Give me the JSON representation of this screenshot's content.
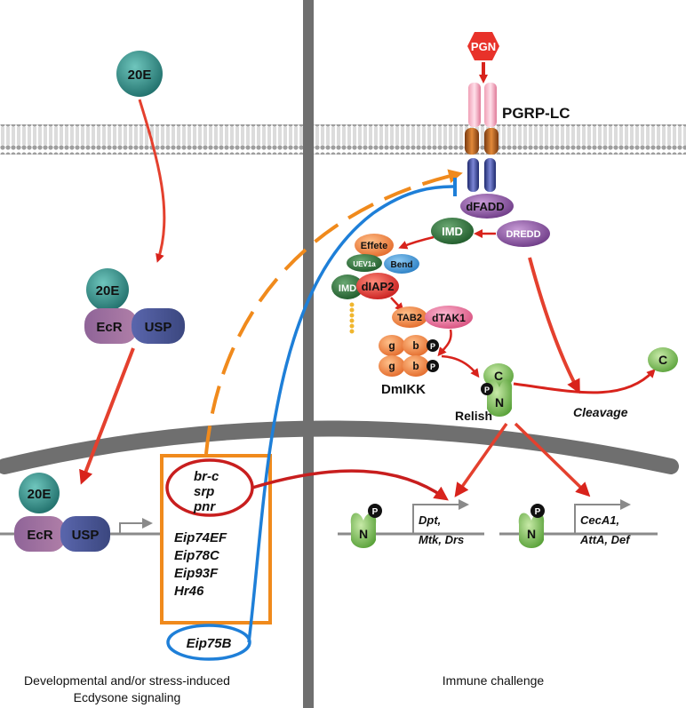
{
  "left_panel": {
    "hormone_top": "20E",
    "hormone_mid": "20E",
    "receptor_a_mid": "EcR",
    "receptor_b_mid": "USP",
    "hormone_bottom": "20E",
    "receptor_a_bottom": "EcR",
    "receptor_b_bottom": "USP",
    "target_genes_group1": [
      "br-c",
      "srp",
      "pnr"
    ],
    "target_genes_group2": [
      "Eip74EF",
      "Eip78C",
      "Eip93F",
      "Hr46"
    ],
    "target_gene_outside": "Eip75B",
    "caption_line1": "Developmental and/or stress-induced",
    "caption_line2": "Ecdysone signaling"
  },
  "right_panel": {
    "ligand": "PGN",
    "receptor": "PGRP-LC",
    "adaptor": "dFADD",
    "imd_1": "IMD",
    "caspase": "DREDD",
    "e2_effete": "Effete",
    "e2_uev1a": "UEV1a",
    "e2_bend": "Bend",
    "imd_2": "IMD",
    "diap2": "dIAP2",
    "tab2": "TAB2",
    "dtak1": "dTAK1",
    "ikk_g_1": "g",
    "ikk_b_1": "b",
    "ikk_g_2": "g",
    "ikk_b_2": "b",
    "phospho": "P",
    "ikk_label": "DmIKK",
    "relish_label": "Relish",
    "relish_c": "C",
    "relish_n": "N",
    "cleavage_label": "Cleavage",
    "cleaved_c": "C",
    "nuc_n_1": "N",
    "nuc_n_2": "N",
    "target_genes_1_line1": "Dpt,",
    "target_genes_1_line2": "Mtk, Drs",
    "target_genes_2_line1": "CecA1,",
    "target_genes_2_line2": "AttA, Def",
    "caption": "Immune challenge"
  },
  "colors": {
    "divider": "#6f6f6f",
    "membrane": "#bdbdbd",
    "hormone": "#2e7d78",
    "receptor_a": "#9a6fa0",
    "receptor_b": "#4f5e9e",
    "arrow_red": "#d8231c",
    "orange_link": "#f08a1c",
    "blue_link": "#1e7fd8",
    "green_relish": "#7cbf4e",
    "imd_green": "#2f6f3a"
  }
}
